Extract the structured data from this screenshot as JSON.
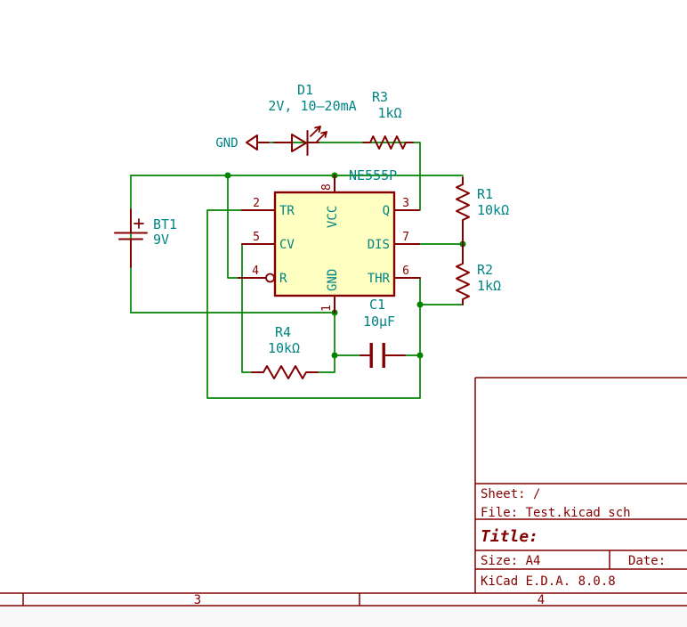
{
  "colors": {
    "wire_green": "#008400",
    "device_red": "#840000",
    "body_fill_yellow": "#FFFFC2",
    "field_teal": "#008484",
    "background": "#FFFFFF"
  },
  "sch": {
    "power_gnd": "GND",
    "d1": {
      "ref": "D1",
      "value": "2V, 10–20mA"
    },
    "r3": {
      "ref": "R3",
      "value": "1kΩ"
    },
    "ic": {
      "value": "NE555P",
      "pins": {
        "p1": "1",
        "p2": "2",
        "p3": "3",
        "p4": "4",
        "p5": "5",
        "p6": "6",
        "p7": "7",
        "p8": "8"
      },
      "names": {
        "tr": "TR",
        "cv": "CV",
        "r": "R",
        "vcc": "VCC",
        "gnd": "GND",
        "q": "Q",
        "dis": "DIS",
        "thr": "THR"
      }
    },
    "r1": {
      "ref": "R1",
      "value": "10kΩ"
    },
    "r2": {
      "ref": "R2",
      "value": "1kΩ"
    },
    "bt1": {
      "ref": "BT1",
      "value": "9V"
    },
    "r4": {
      "ref": "R4",
      "value": "10kΩ"
    },
    "c1": {
      "ref": "C1",
      "value": "10µF"
    }
  },
  "title_block": {
    "sheet": "Sheet: /",
    "file": "File: Test.kicad_sch",
    "title": "Title:",
    "size": "Size: A4",
    "date": "Date:",
    "generator": "KiCad E.D.A. 8.0.8"
  },
  "frame": {
    "col3": "3",
    "col4": "4"
  }
}
